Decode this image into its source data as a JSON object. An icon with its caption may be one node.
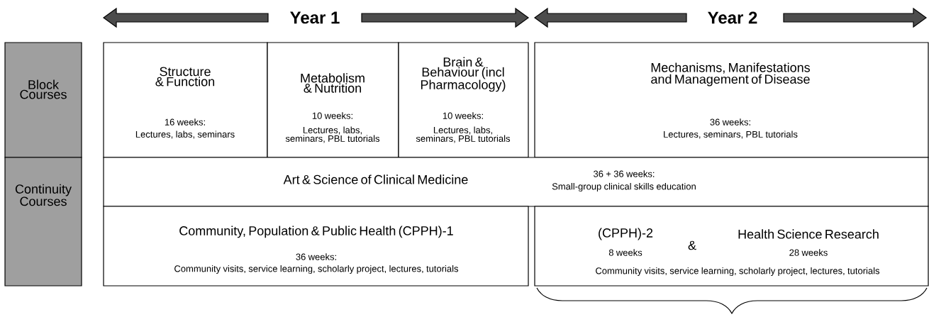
{
  "diagram": {
    "nodes": [
      {
        "text": [
          "Block Courses"
        ]
      },
      {
        "text": [
          "Continuity Courses"
        ]
      },
      {
        "text": [
          "Structure & Function",
          "16 weeks:",
          "Lectures, labs, seminars"
        ]
      },
      {
        "text": [
          "Metabolism & Nutrition",
          "10 weeks:",
          "Lectures, labs, seminars, PBL tutorials"
        ]
      },
      {
        "text": [
          "Brain & Behaviour (incl Pharmacology)",
          "10 weeks:",
          "Lectures, labs, seminars, PBL tutorials"
        ]
      },
      {
        "text": [
          "Mechanisms, Manifestations and Management of Disease",
          "36 weeks:",
          "Lectures, seminars, PBL tutorials"
        ]
      },
      {
        "text": [
          "Art & Science of Clinical Medicine",
          "36 + 36 weeks:",
          "Small-group clinical skills education"
        ]
      },
      {
        "text": [
          "Community, Population & Public Health (CPPH)-1",
          "36 weeks:",
          "Community visits, service learning, scholarly project, lectures, tutorials"
        ]
      },
      {
        "text": [
          "(CPPH)-2",
          "8 weeks",
          "&",
          "Health Science Research",
          "28 weeks",
          "Community visits, service learning, scholarly project, lectures, tutorials"
        ]
      }
    ],
    "labels": [
      "Year 1",
      "Year 2"
    ]
  }
}
